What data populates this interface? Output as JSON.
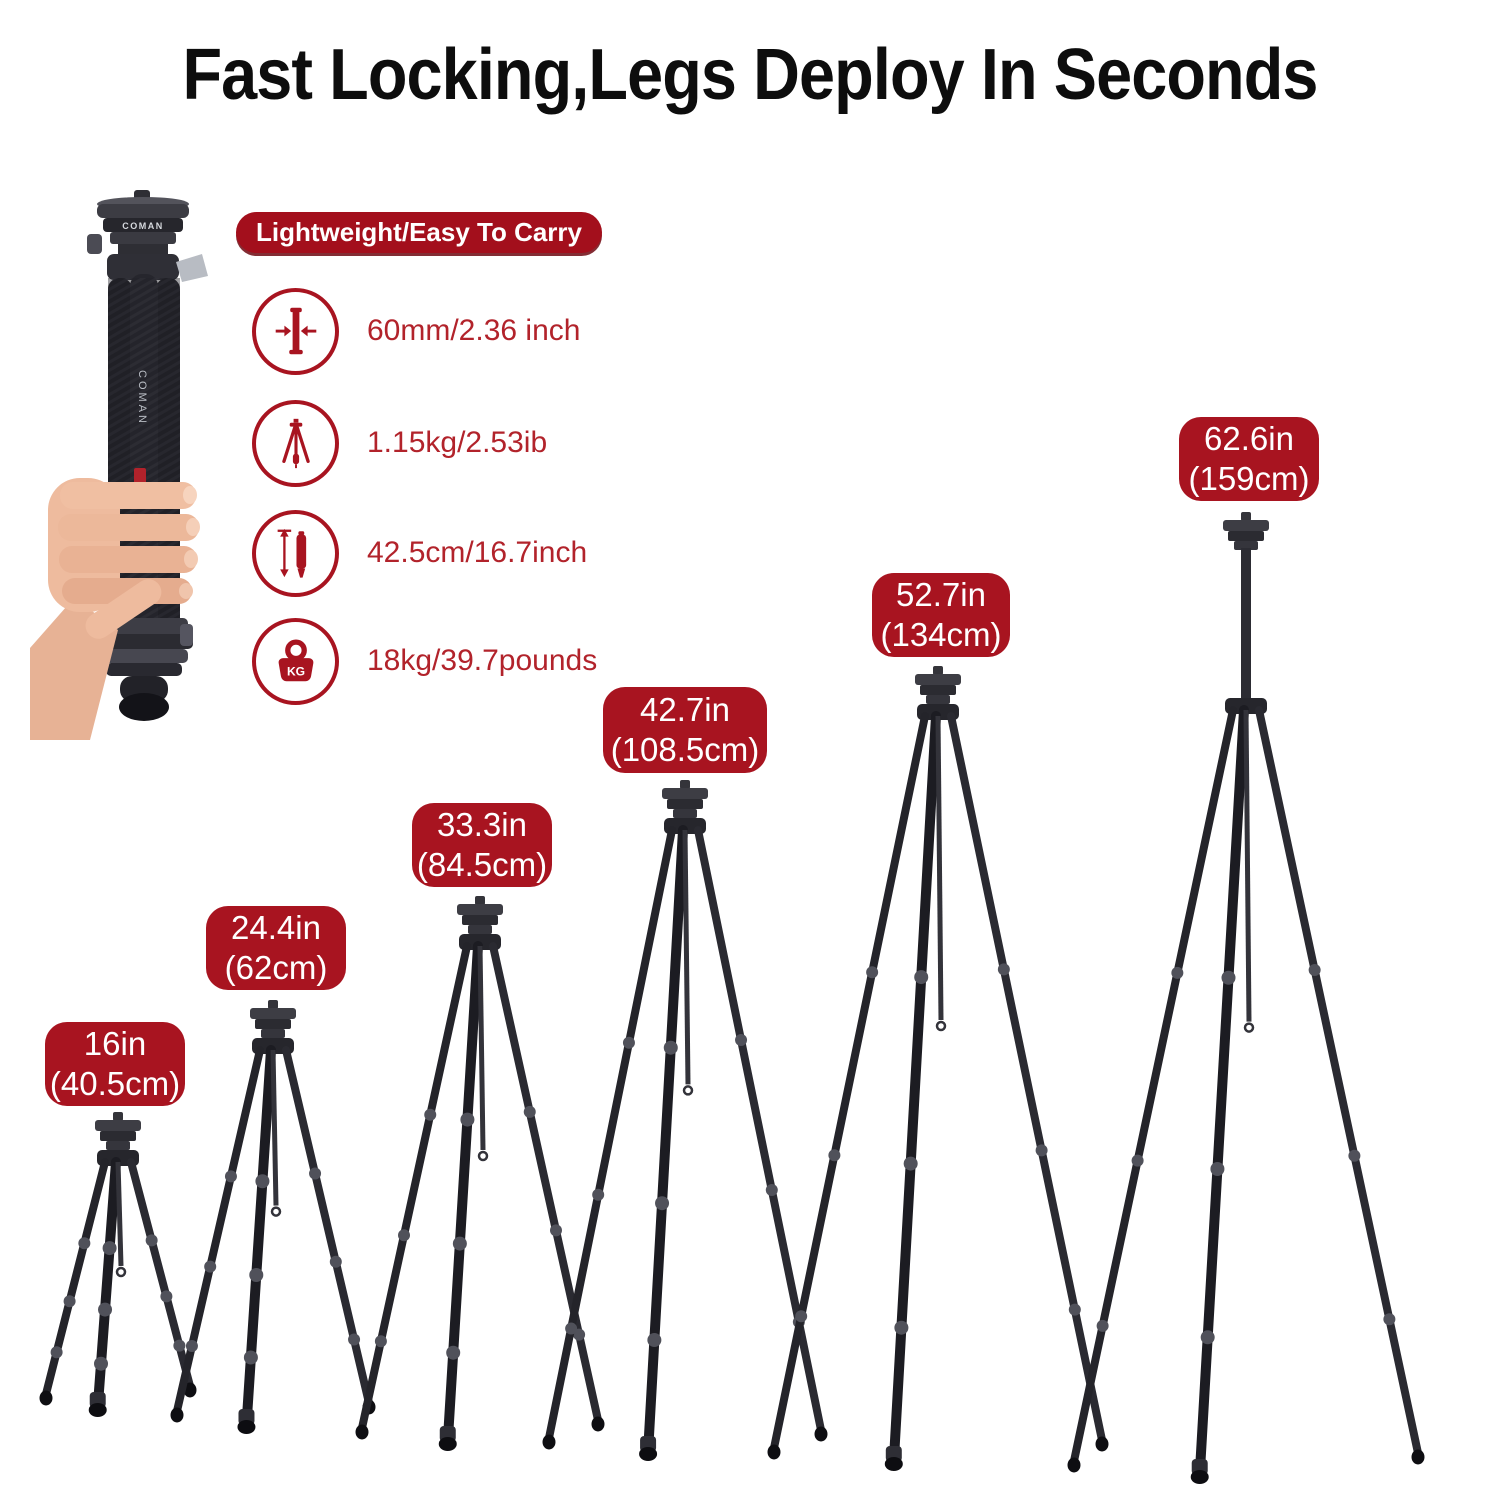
{
  "title": "Fast Locking,Legs Deploy In Seconds",
  "badge": "Lightweight/Easy To Carry",
  "brand": "COMAN",
  "specs": [
    {
      "icon": "diameter-icon",
      "text": "60mm/2.36 inch"
    },
    {
      "icon": "tripod-weight-icon",
      "text": "1.15kg/2.53ib"
    },
    {
      "icon": "folded-length-icon",
      "text": "42.5cm/16.7inch"
    },
    {
      "icon": "max-load-icon",
      "text": "18kg/39.7pounds",
      "kg_label": "KG"
    }
  ],
  "heights": [
    {
      "inches": "16in",
      "cm": "(40.5cm)"
    },
    {
      "inches": "24.4in",
      "cm": "(62cm)"
    },
    {
      "inches": "33.3in",
      "cm": "(84.5cm)"
    },
    {
      "inches": "42.7in",
      "cm": "(108.5cm)"
    },
    {
      "inches": "52.7in",
      "cm": "(134cm)"
    },
    {
      "inches": "62.6in",
      "cm": "(159cm)"
    }
  ],
  "colors": {
    "red": "#a81420",
    "text_red": "#b2232b"
  }
}
